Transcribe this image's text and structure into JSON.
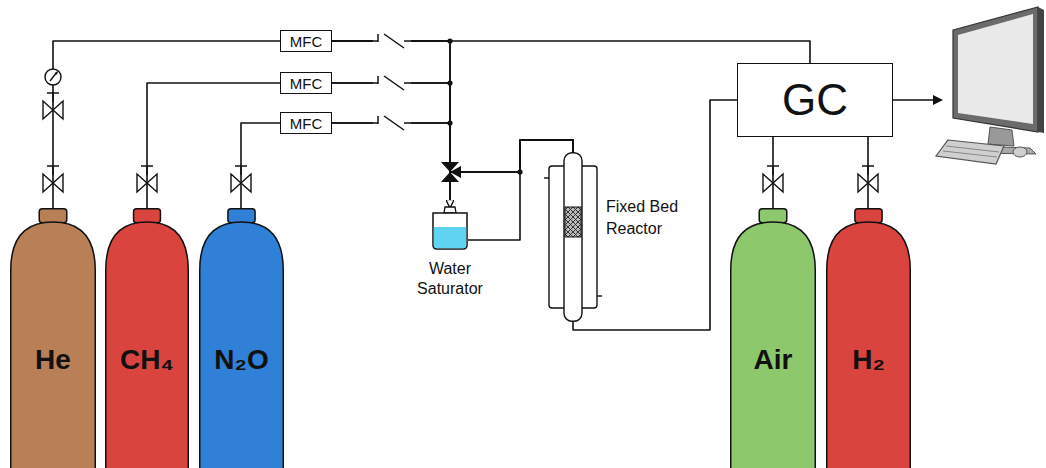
{
  "diagram": {
    "nodes": [
      {
        "text": [
          "He"
        ]
      },
      {
        "text": [
          "CH₄"
        ]
      },
      {
        "text": [
          "N₂O"
        ]
      },
      {
        "text": [
          "MFC"
        ]
      },
      {
        "text": [
          "MFC"
        ]
      },
      {
        "text": [
          "MFC"
        ]
      },
      {
        "text": [
          "Water Saturator"
        ]
      },
      {
        "text": [
          "Fixed Bed Reactor"
        ]
      },
      {
        "text": [
          "GC"
        ]
      },
      {
        "text": [
          "Air"
        ]
      },
      {
        "text": [
          "H₂"
        ]
      }
    ],
    "edges": [
      {
        "from": 0,
        "to": 3,
        "arrow": "none"
      },
      {
        "from": 1,
        "to": 4,
        "arrow": "none"
      },
      {
        "from": 2,
        "to": 5,
        "arrow": "none"
      },
      {
        "from": 3,
        "to": 8,
        "arrow": "none"
      },
      {
        "from": 3,
        "to": 6,
        "arrow": "to"
      },
      {
        "from": 4,
        "to": 6,
        "arrow": "to"
      },
      {
        "from": 5,
        "to": 6,
        "arrow": "to"
      },
      {
        "from": 6,
        "to": 7,
        "arrow": "none"
      },
      {
        "from": 7,
        "to": 8,
        "arrow": "none"
      },
      {
        "from": 9,
        "to": 8,
        "arrow": "none"
      },
      {
        "from": 10,
        "to": 8,
        "arrow": "none"
      },
      {
        "from": 3,
        "to": 7,
        "arrow": "none"
      },
      {
        "from": 4,
        "to": 7,
        "arrow": "none"
      },
      {
        "from": 5,
        "to": 7,
        "arrow": "none"
      }
    ]
  }
}
